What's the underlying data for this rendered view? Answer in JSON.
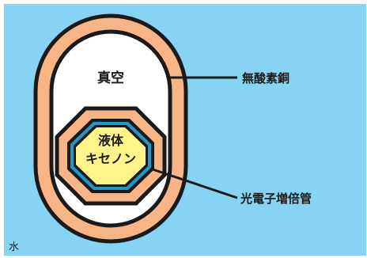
{
  "labels": {
    "vacuum": "真空",
    "copper": "無酸素銅",
    "xenon_line1": "液体",
    "xenon_line2": "キセノン",
    "pmt": "光電子増倍管",
    "water": "水"
  },
  "colors": {
    "water": "#87d3f3",
    "copper": "#f7b585",
    "outline": "#1a1a1a",
    "vacuum": "#ffffff",
    "pmt_ring": "#f7b585",
    "inner_band": "#2196c8",
    "xenon": "#fff38a",
    "frame": "#ffffff"
  }
}
